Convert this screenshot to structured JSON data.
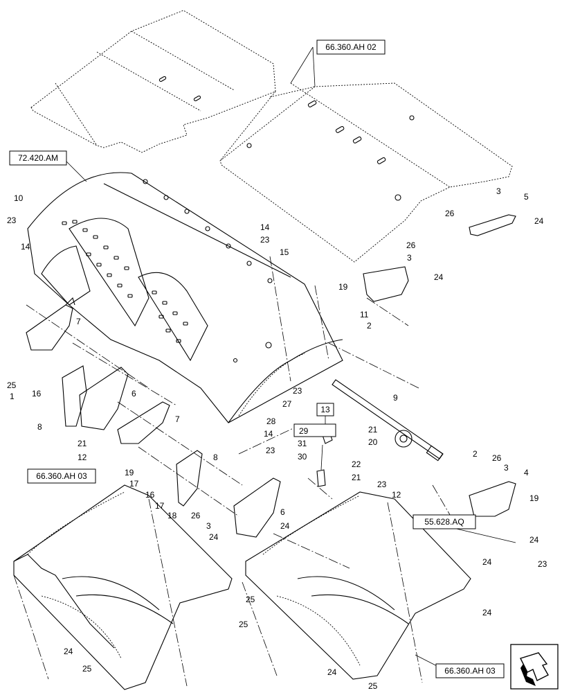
{
  "references": {
    "r1": "66.360.AH 02",
    "r2": "72.420.AM",
    "r3": "66.360.AH 03",
    "r4": "55.628.AQ",
    "r5": "66.360.AH 03",
    "r6": "13"
  },
  "callouts": [
    "10",
    "23",
    "14",
    "7",
    "25",
    "1",
    "16",
    "8",
    "6",
    "21",
    "12",
    "7",
    "19",
    "17",
    "16",
    "17",
    "18",
    "26",
    "8",
    "3",
    "24",
    "6",
    "24",
    "14",
    "23",
    "15",
    "19",
    "11",
    "2",
    "24",
    "26",
    "3",
    "26",
    "3",
    "5",
    "24",
    "23",
    "27",
    "28",
    "14",
    "9",
    "29",
    "31",
    "30",
    "23",
    "21",
    "20",
    "22",
    "21",
    "23",
    "12",
    "2",
    "26",
    "3",
    "4",
    "19",
    "24",
    "23",
    "24",
    "25",
    "24",
    "25",
    "24",
    "25",
    "24",
    "25"
  ],
  "nav_icon": "next-page-arrow-icon"
}
